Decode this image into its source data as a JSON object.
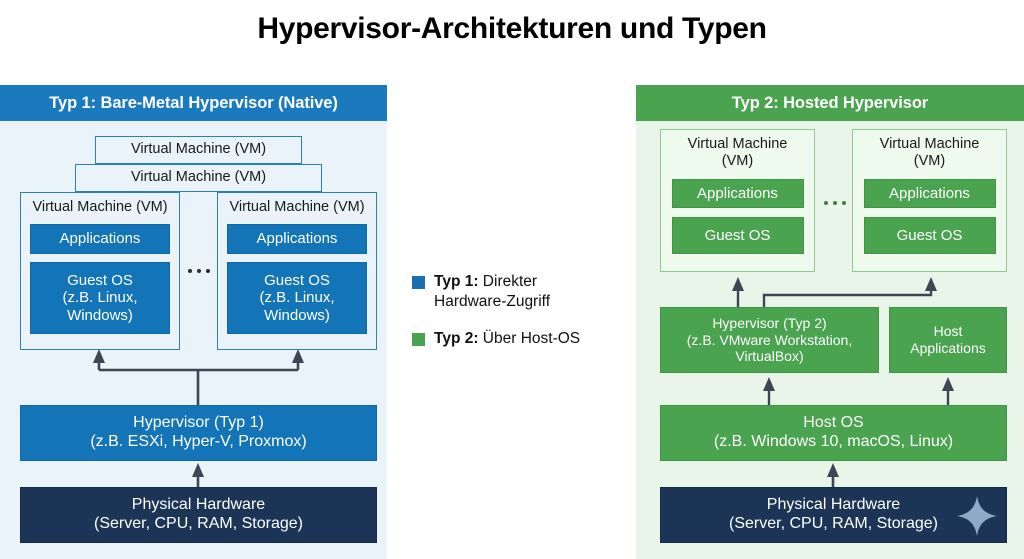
{
  "title": "Hypervisor-Architekturen und Typen",
  "colors": {
    "type1_accent": "#1375b8",
    "type1_header": "#1b79be",
    "type1_panel_bg": "#eaf2fa",
    "type2_accent": "#4aa34f",
    "type2_header": "#4aa34f",
    "type2_panel_bg": "#eaf5ea",
    "hardware": "#1c3557",
    "connector": "#2f3b47",
    "sparkle": "#8fa9c8"
  },
  "left_panel": {
    "header": "Typ 1: Bare-Metal Hypervisor (Native)",
    "ghost_vm_top": "Virtual Machine (VM)",
    "ghost_vm_mid": "Virtual Machine (VM)",
    "vm_left": {
      "label": "Virtual Machine (VM)",
      "applications": "Applications",
      "guest_os_line1": "Guest OS",
      "guest_os_line2": "(z.B. Linux,",
      "guest_os_line3": "Windows)"
    },
    "vm_right": {
      "label": "Virtual Machine (VM)",
      "applications": "Applications",
      "guest_os_line1": "Guest OS",
      "guest_os_line2": "(z.B. Linux,",
      "guest_os_line3": "Windows)"
    },
    "ellipsis": "...",
    "hypervisor_line1": "Hypervisor (Typ 1)",
    "hypervisor_line2": "(z.B. ESXi, Hyper-V, Proxmox)",
    "hardware_line1": "Physical Hardware",
    "hardware_line2": "(Server, CPU, RAM, Storage)"
  },
  "right_panel": {
    "header": "Typ 2: Hosted Hypervisor",
    "vm_left": {
      "label_line1": "Virtual Machine",
      "label_line2": "(VM)",
      "applications": "Applications",
      "guest_os": "Guest OS"
    },
    "vm_right": {
      "label_line1": "Virtual Machine",
      "label_line2": "(VM)",
      "applications": "Applications",
      "guest_os": "Guest OS"
    },
    "ellipsis": "...",
    "hypervisor_line1": "Hypervisor (Typ 2)",
    "hypervisor_line2": "(z.B. VMware Workstation,",
    "hypervisor_line3": "VirtualBox)",
    "host_apps_line1": "Host",
    "host_apps_line2": "Applications",
    "host_os_line1": "Host OS",
    "host_os_line2": "(z.B. Windows 10, macOS, Linux)",
    "hardware_line1": "Physical Hardware",
    "hardware_line2": "(Server, CPU, RAM, Storage)"
  },
  "legend": {
    "items": [
      {
        "swatch": "type1",
        "bold": "Typ 1:",
        "line1": " Direkter",
        "line2": "Hardware-Zugriff"
      },
      {
        "swatch": "type2",
        "bold": "Typ 2:",
        "line1": " Über Host-OS",
        "line2": ""
      }
    ]
  },
  "sparkle_icon": "sparkle-icon"
}
